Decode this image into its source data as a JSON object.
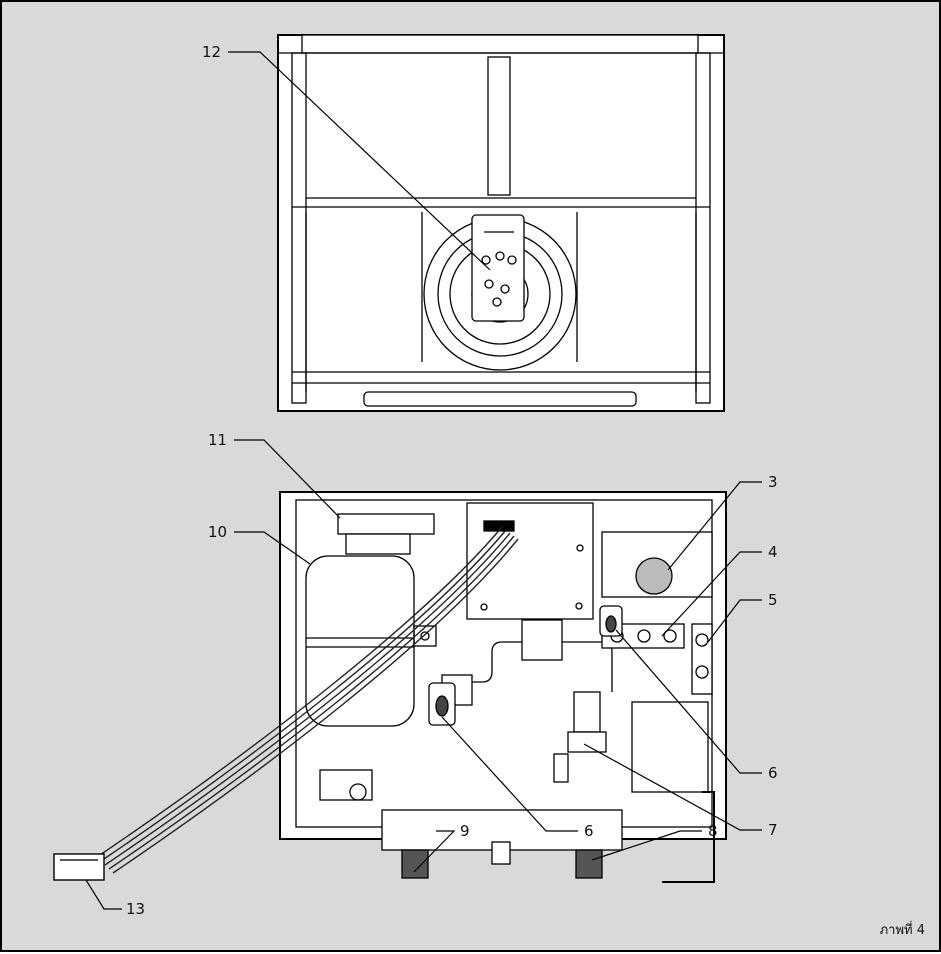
{
  "callouts": [
    {
      "id": "12",
      "text": "12"
    },
    {
      "id": "11",
      "text": "11"
    },
    {
      "id": "10",
      "text": "10"
    },
    {
      "id": "3",
      "text": "3"
    },
    {
      "id": "4",
      "text": "4"
    },
    {
      "id": "5",
      "text": "5"
    },
    {
      "id": "6a",
      "text": "6"
    },
    {
      "id": "6b",
      "text": "6"
    },
    {
      "id": "7",
      "text": "7"
    },
    {
      "id": "8",
      "text": "8"
    },
    {
      "id": "9",
      "text": "9"
    },
    {
      "id": "13",
      "text": "13"
    }
  ],
  "caption": "ภาพที่ 4"
}
